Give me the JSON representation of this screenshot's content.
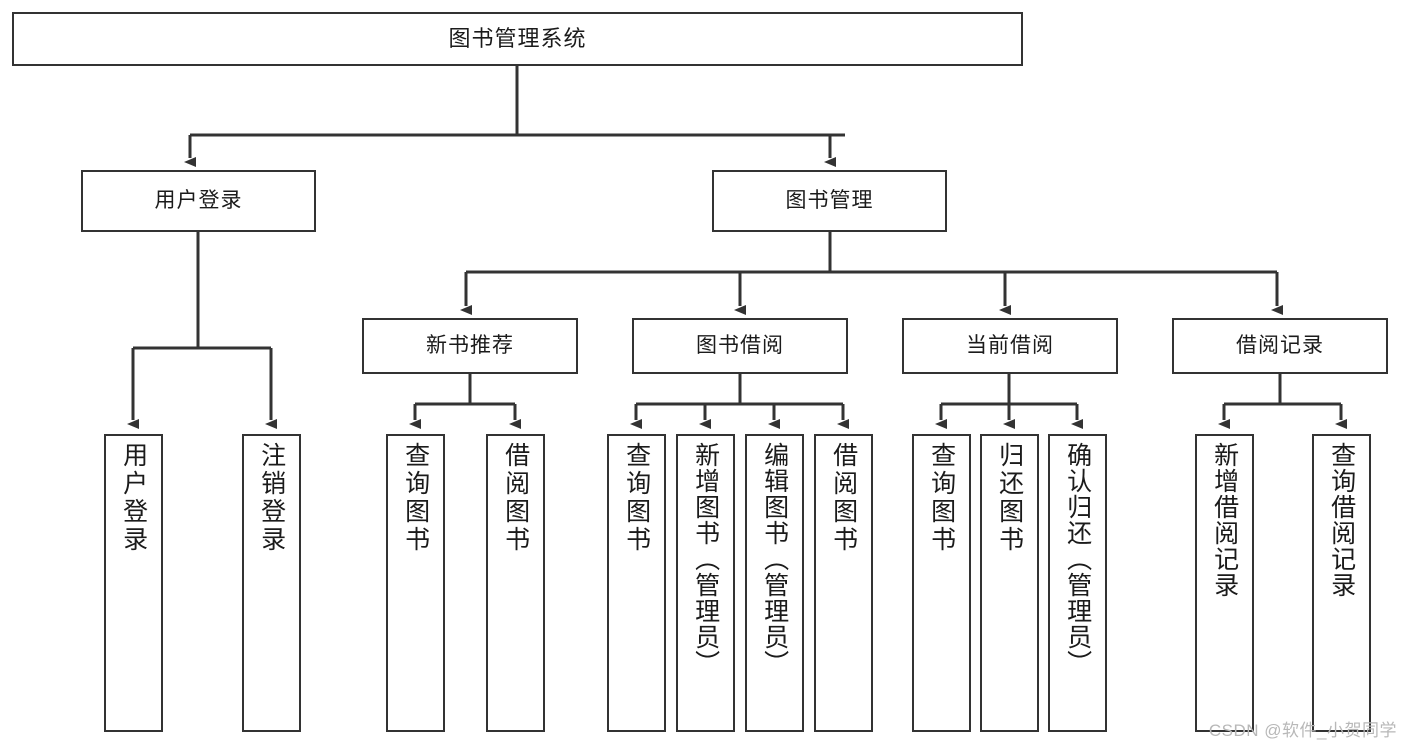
{
  "diagram": {
    "title": "图书管理系统",
    "type": "tree",
    "watermark": "CSDN @软件_小贺同学",
    "colors": {
      "node_border": "#333333",
      "node_fill": "#ffffff",
      "edge": "#333333",
      "text": "#1b1b1b",
      "watermark": "#b8b8b8",
      "background": "#ffffff"
    },
    "nodes": {
      "root": {
        "label": "图书管理系统"
      },
      "level2": [
        {
          "id": "user-login",
          "label": "用户登录"
        },
        {
          "id": "book-manage",
          "label": "图书管理"
        }
      ],
      "level3": [
        {
          "id": "new-book-recommend",
          "label": "新书推荐"
        },
        {
          "id": "book-borrow",
          "label": "图书借阅"
        },
        {
          "id": "current-borrow",
          "label": "当前借阅"
        },
        {
          "id": "borrow-record",
          "label": "借阅记录"
        }
      ],
      "leaves": [
        {
          "id": "leaf-user-login",
          "label": "用户登录",
          "parent": "user-login"
        },
        {
          "id": "leaf-logout-login",
          "label": "注销登录",
          "parent": "user-login"
        },
        {
          "id": "leaf-query-book-1",
          "label": "查询图书",
          "parent": "new-book-recommend"
        },
        {
          "id": "leaf-borrow-book-1",
          "label": "借阅图书",
          "parent": "new-book-recommend"
        },
        {
          "id": "leaf-query-book-2",
          "label": "查询图书",
          "parent": "book-borrow"
        },
        {
          "id": "leaf-add-book",
          "label": "新增图书（管理员）",
          "parent": "book-borrow"
        },
        {
          "id": "leaf-edit-book",
          "label": "编辑图书（管理员）",
          "parent": "book-borrow"
        },
        {
          "id": "leaf-borrow-book-2",
          "label": "借阅图书",
          "parent": "book-borrow"
        },
        {
          "id": "leaf-query-book-3",
          "label": "查询图书",
          "parent": "current-borrow"
        },
        {
          "id": "leaf-return-book",
          "label": "归还图书",
          "parent": "current-borrow"
        },
        {
          "id": "leaf-confirm-return",
          "label": "确认归还（管理员）",
          "parent": "current-borrow"
        },
        {
          "id": "leaf-add-record",
          "label": "新增借阅记录",
          "parent": "borrow-record"
        },
        {
          "id": "leaf-query-record",
          "label": "查询借阅记录",
          "parent": "borrow-record"
        }
      ]
    }
  }
}
